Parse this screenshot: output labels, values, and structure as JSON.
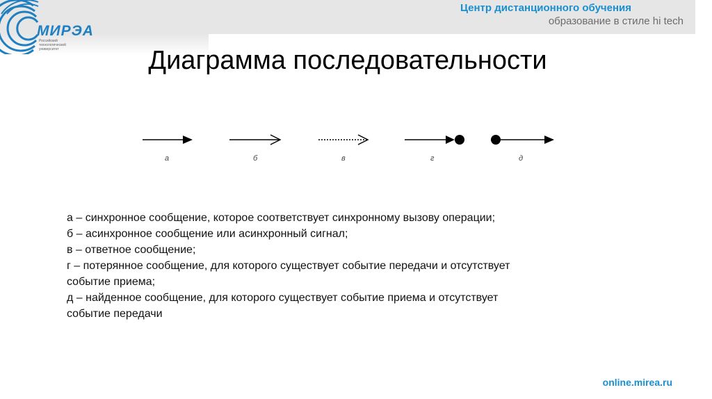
{
  "header": {
    "logo_text": "МИРЭА",
    "logo_subtitle": "Российский технологический университет",
    "center_name": "Центр дистанционного обучения",
    "center_tagline": "образование в стиле hi tech"
  },
  "title": "Диаграмма последовательности",
  "diagram": {
    "labels": {
      "a": "а",
      "b": "б",
      "v": "в",
      "g": "г",
      "d": "д"
    }
  },
  "description": {
    "lines": [
      "а – синхронное сообщение, которое соответствует синхронному вызову операции;",
      "б – асинхронное сообщение или асинхронный сигнал;",
      "в – ответное сообщение;",
      "г – потерянное сообщение, для которого существует событие передачи и отсутствует",
      "событие приема;",
      "д – найденное сообщение, для которого существует событие приема и отсутствует",
      "событие передачи"
    ]
  },
  "footer": {
    "url": "online.mirea.ru"
  }
}
